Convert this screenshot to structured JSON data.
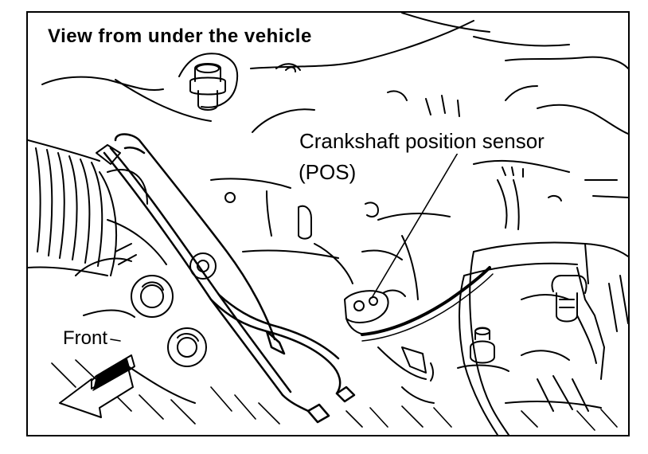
{
  "title": "View from under the vehicle",
  "callout": {
    "name": "Crankshaft position sensor",
    "abbreviation": "(POS)"
  },
  "direction_label": "Front",
  "icons": {
    "front_arrow": "front-arrow-icon"
  },
  "colors": {
    "line": "#000000",
    "background": "#ffffff"
  }
}
